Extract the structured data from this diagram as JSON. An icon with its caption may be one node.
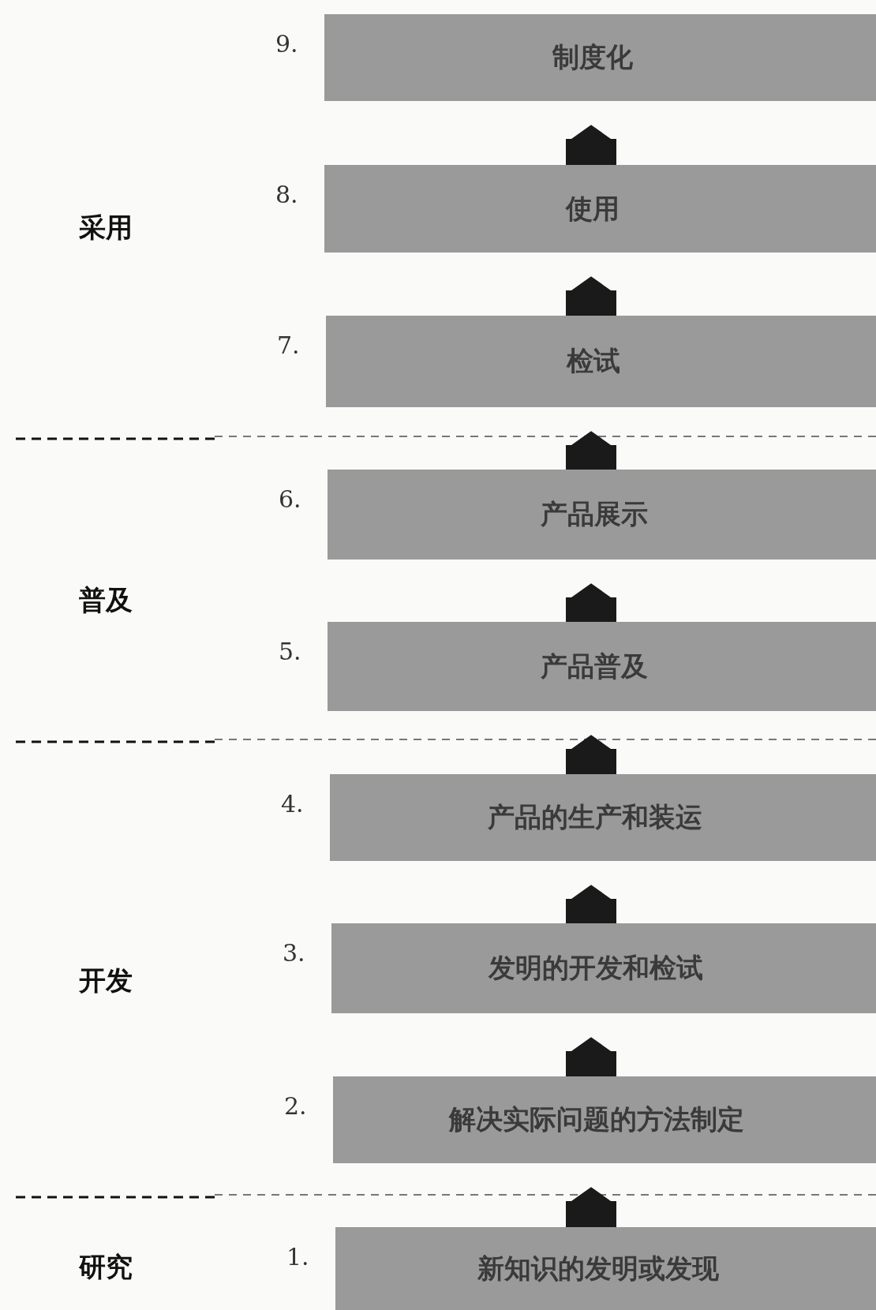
{
  "diagram": {
    "nodes": [
      {
        "text": [
          "制度化"
        ],
        "beside": [
          "9."
        ]
      },
      {
        "text": [
          "使用"
        ],
        "beside": [
          "8."
        ]
      },
      {
        "text": [
          "检试"
        ],
        "beside": [
          "7."
        ]
      },
      {
        "text": [
          "产品展示"
        ],
        "beside": [
          "6."
        ]
      },
      {
        "text": [
          "产品普及"
        ],
        "beside": [
          "5."
        ]
      },
      {
        "text": [
          "产品的生产和装运"
        ],
        "beside": [
          "4."
        ]
      },
      {
        "text": [
          "发明的开发和检试"
        ],
        "beside": [
          "3."
        ]
      },
      {
        "text": [
          "解决实际问题的方法制定"
        ],
        "beside": [
          "2."
        ]
      },
      {
        "text": [
          "新知识的发明或发现"
        ],
        "beside": [
          "1."
        ]
      }
    ],
    "edges": [
      {
        "from": 8,
        "to": 7,
        "arrow": "to"
      },
      {
        "from": 7,
        "to": 6,
        "arrow": "to"
      },
      {
        "from": 6,
        "to": 5,
        "arrow": "to"
      },
      {
        "from": 5,
        "to": 4,
        "arrow": "to"
      },
      {
        "from": 4,
        "to": 3,
        "arrow": "to"
      },
      {
        "from": 3,
        "to": 2,
        "arrow": "to"
      },
      {
        "from": 2,
        "to": 1,
        "arrow": "to"
      },
      {
        "from": 1,
        "to": 0,
        "arrow": "to"
      }
    ],
    "labels": [
      "采用",
      "普及",
      "开发",
      "研究"
    ]
  }
}
